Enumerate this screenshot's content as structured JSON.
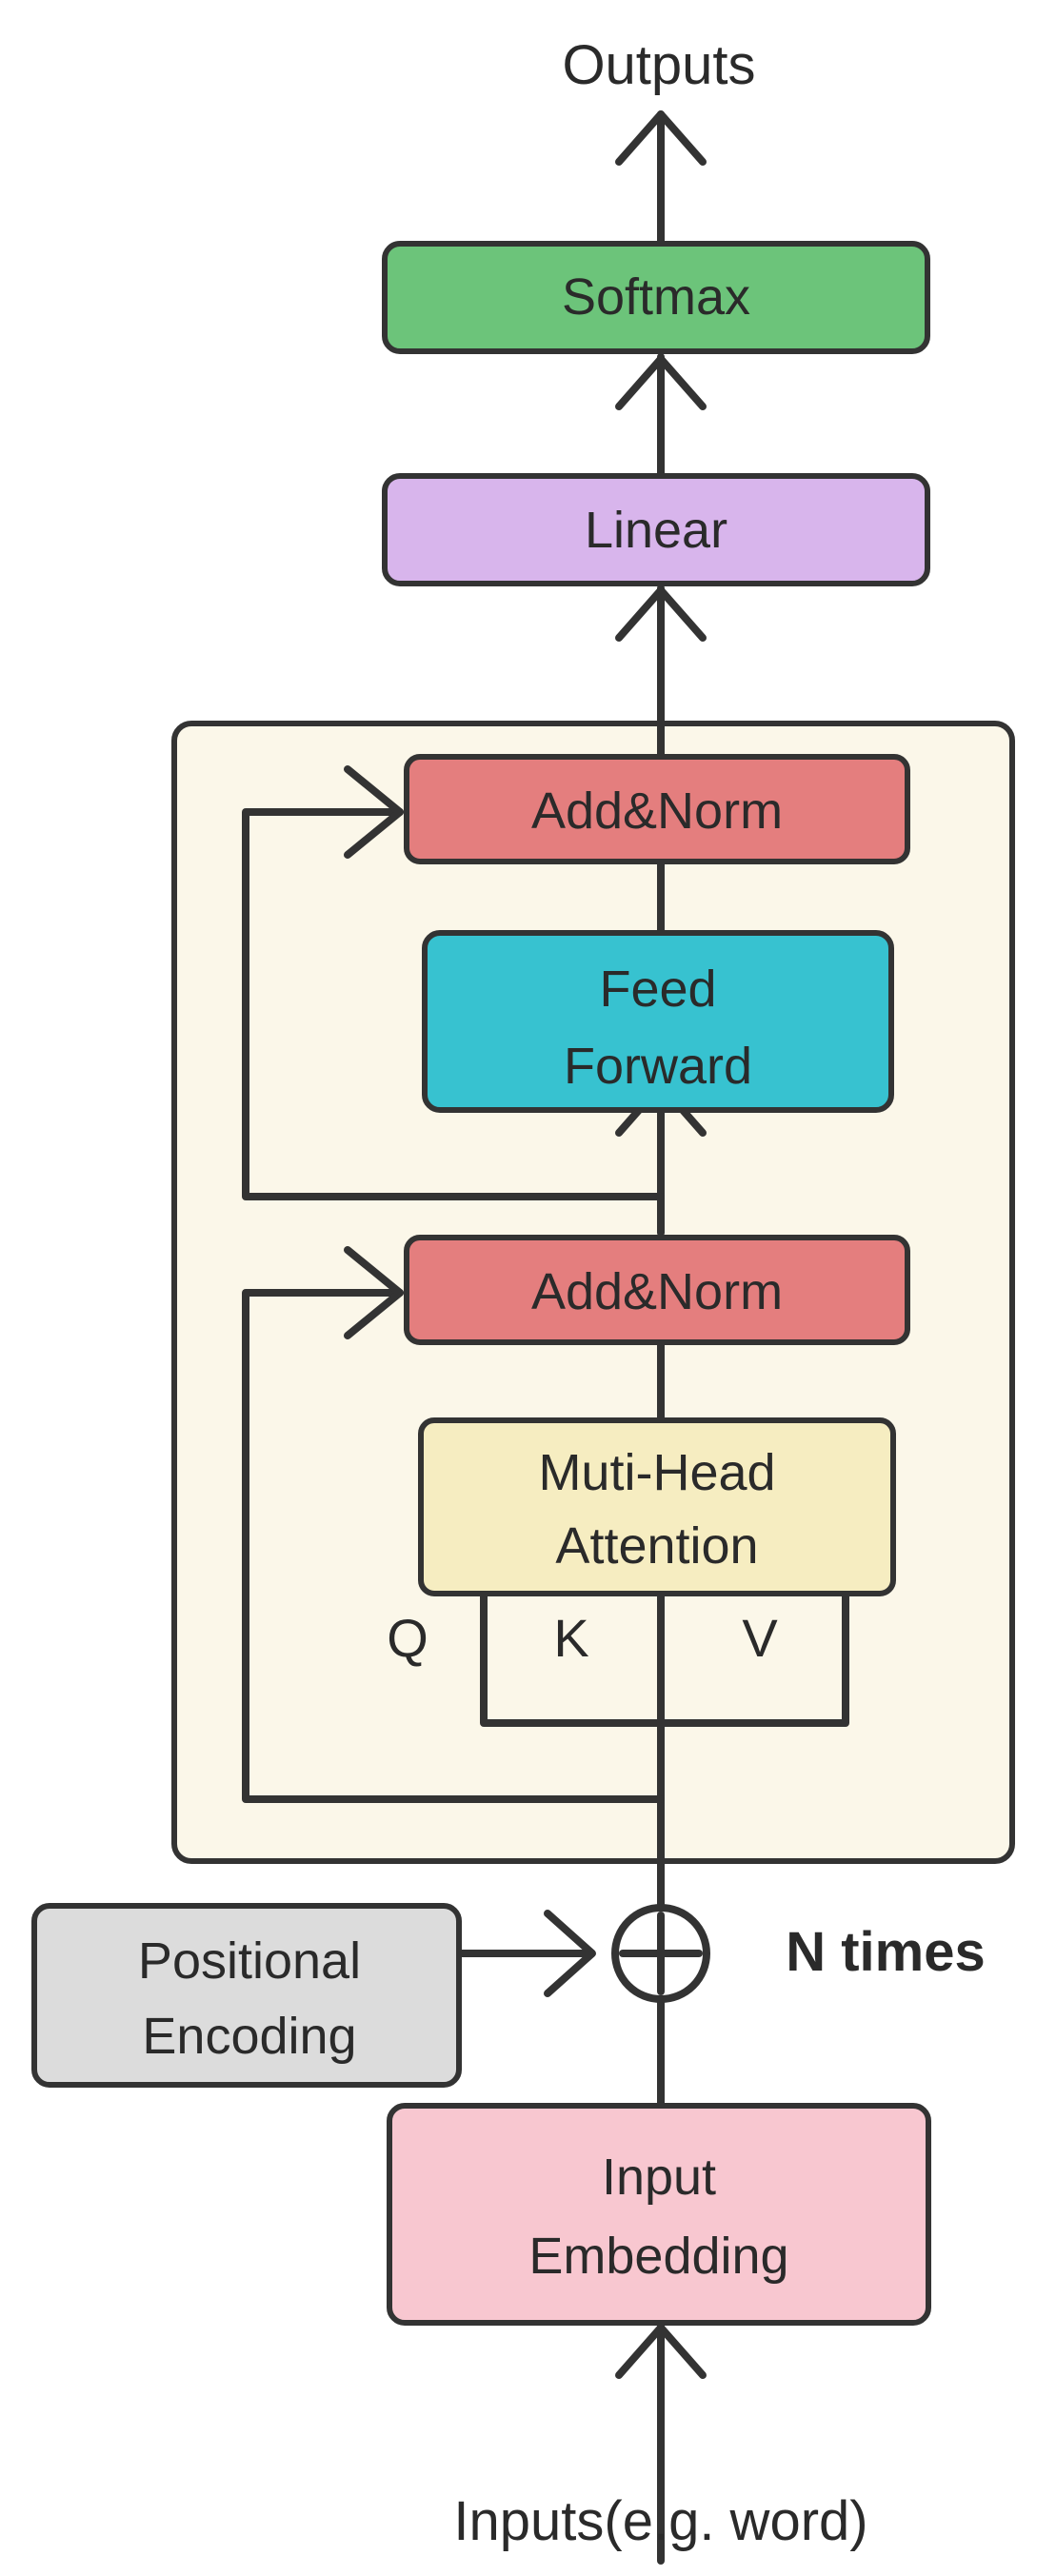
{
  "labels": {
    "outputs": "Outputs",
    "inputs": "Inputs(e.g. word)",
    "n_times": "N times",
    "q": "Q",
    "k": "K",
    "v": "V"
  },
  "boxes": {
    "softmax": {
      "label": "Softmax",
      "color": "#6cc47a"
    },
    "linear": {
      "label": "Linear",
      "color": "#d8b5ec"
    },
    "add_norm_top": {
      "label": "Add&Norm",
      "color": "#e47e7e"
    },
    "feed_forward": {
      "line1": "Feed",
      "line2": "Forward",
      "color": "#37c2d0"
    },
    "add_norm_bottom": {
      "label": "Add&Norm",
      "color": "#e47e7e"
    },
    "multi_head_attention": {
      "line1": "Muti-Head",
      "line2": "Attention",
      "color": "#f6edc1"
    },
    "positional_encoding": {
      "line1": "Positional",
      "line2": "Encoding",
      "color": "#dcdcdc"
    },
    "input_embedding": {
      "line1": "Input",
      "line2": "Embedding",
      "color": "#f8c7d0"
    }
  },
  "encoder_block": {
    "background": "#fbf7e9"
  },
  "icons": {
    "add": "plus-in-circle"
  }
}
